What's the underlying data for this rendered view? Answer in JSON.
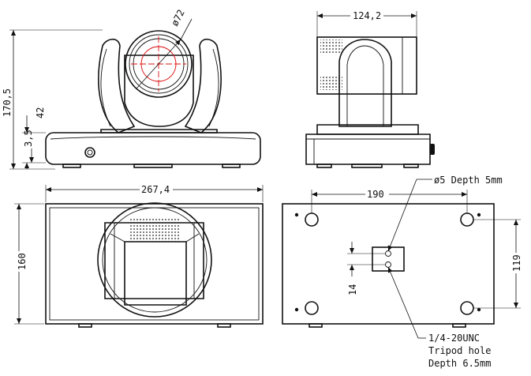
{
  "dimensions": {
    "lens_diameter": "ø72",
    "side_width": "124,2",
    "total_height": "170,5",
    "upper_height": "42",
    "small_height": "3,5",
    "base_width": "267,4",
    "base_depth": "160",
    "hole_spacing_x": "190",
    "hole_spacing_y": "119",
    "mount_offset": "14"
  },
  "callouts": {
    "pin_hole": "ø5 Depth 5mm",
    "tripod_line1": "1/4-20UNC",
    "tripod_line2": "Tripod hole",
    "tripod_line3": "Depth 6.5mm"
  }
}
